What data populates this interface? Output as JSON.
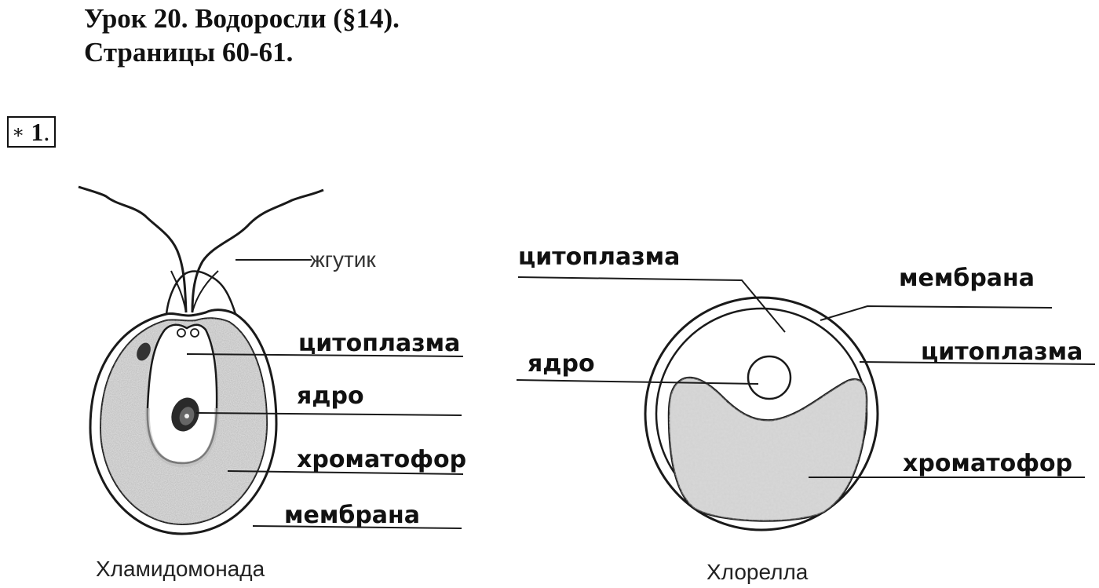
{
  "heading": {
    "line1": "Урок 20. Водоросли (§14).",
    "line2": "Страницы 60-61."
  },
  "task": {
    "star": "∗",
    "number": "1",
    "dot": "."
  },
  "chlamydomonas": {
    "caption": "Хламидомонада",
    "labels": {
      "flagellum": "жгутик",
      "cytoplasm": "цитоплазма",
      "nucleus": "ядро",
      "chromatophore": "хроматофор",
      "membrane": "мембрана"
    }
  },
  "chlorella": {
    "caption": "Хлорелла",
    "labels": {
      "cytoplasm_top": "цитоплазма",
      "membrane": "мембрана",
      "cytoplasm_right": "цитоплазма",
      "nucleus": "ядро",
      "chromatophore": "хроматофор"
    }
  },
  "colors": {
    "ink": "#1a1a1a",
    "stipple": "#c9c9c9",
    "stipple_dark": "#a8a8a8"
  }
}
